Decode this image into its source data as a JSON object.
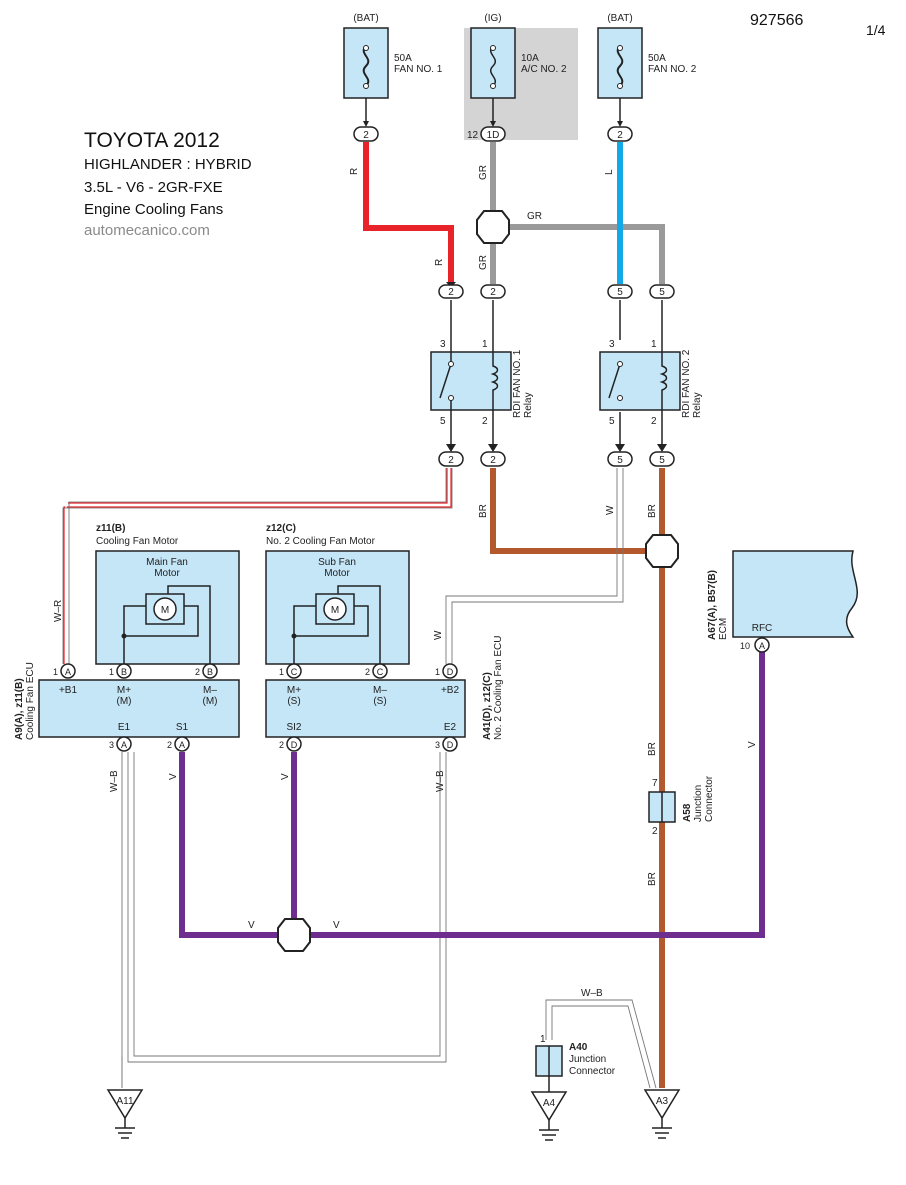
{
  "header": {
    "doc_number": "927566",
    "page": "1/4",
    "title": "TOYOTA 2012",
    "lines": [
      "HIGHLANDER : HYBRID",
      "3.5L - V6 - 2GR-FXE",
      "Engine Cooling Fans"
    ],
    "website": "automecanico.com"
  },
  "fuses": [
    {
      "source": "(BAT)",
      "rating": "50A",
      "name": "FAN NO. 1",
      "pin": "2"
    },
    {
      "source": "(IG)",
      "rating": "10A",
      "name": "A/C NO. 2",
      "pin": "1D",
      "pin_num": "12"
    },
    {
      "source": "(BAT)",
      "rating": "50A",
      "name": "FAN NO. 2",
      "pin": "2"
    }
  ],
  "relays": [
    {
      "name": "RDI FAN NO. 1",
      "type": "Relay",
      "pins": [
        "3",
        "1",
        "5",
        "2"
      ]
    },
    {
      "name": "RDI FAN NO. 2",
      "type": "Relay",
      "pins": [
        "3",
        "1",
        "5",
        "2"
      ]
    }
  ],
  "motors": [
    {
      "code": "z11(B)",
      "name": "Cooling Fan Motor",
      "label": [
        "Main Fan",
        "Motor"
      ],
      "symbol": "M"
    },
    {
      "code": "z12(C)",
      "name": "No. 2 Cooling Fan Motor",
      "label": [
        "Sub Fan",
        "Motor"
      ],
      "symbol": "M"
    }
  ],
  "ecus": [
    {
      "code": "A9(A), z11(B)",
      "name": "Cooling Fan ECU",
      "top": [
        "+B1",
        "M+\n(M)",
        "M–\n(M)"
      ],
      "bottom": [
        "E1",
        "S1"
      ]
    },
    {
      "code": "A41(D), z12(C)",
      "name": "No. 2 Cooling Fan ECU",
      "top": [
        "M+\n(S)",
        "M–\n(S)",
        "+B2"
      ],
      "bottom": [
        "SI2",
        "E2"
      ]
    }
  ],
  "ecm": {
    "code": "A67(A), B57(B)",
    "name": "ECM",
    "terminal": "RFC",
    "pin_num": "10",
    "pin": "A"
  },
  "junctions": [
    {
      "code": "A58",
      "name": [
        "Junction",
        "Connector"
      ],
      "pin_top": "7",
      "pin_bottom": "2"
    },
    {
      "code": "A40",
      "name": [
        "Junction",
        "Connector"
      ],
      "pin_top": "1"
    }
  ],
  "grounds": [
    "A11",
    "A4",
    "A3"
  ],
  "wire_labels": {
    "R": "R",
    "GR": "GR",
    "L": "L",
    "BR": "BR",
    "W": "W",
    "WR": "W–R",
    "V": "V",
    "WB": "W–B"
  },
  "colors": {
    "red": "#e8232a",
    "gray": "#9a9a9a",
    "blue": "#13a8e6",
    "brown": "#b4582e",
    "purple": "#6d2e8f",
    "component_fill": "#c5e6f7",
    "fuse_box_shade": "#d4d4d4"
  }
}
